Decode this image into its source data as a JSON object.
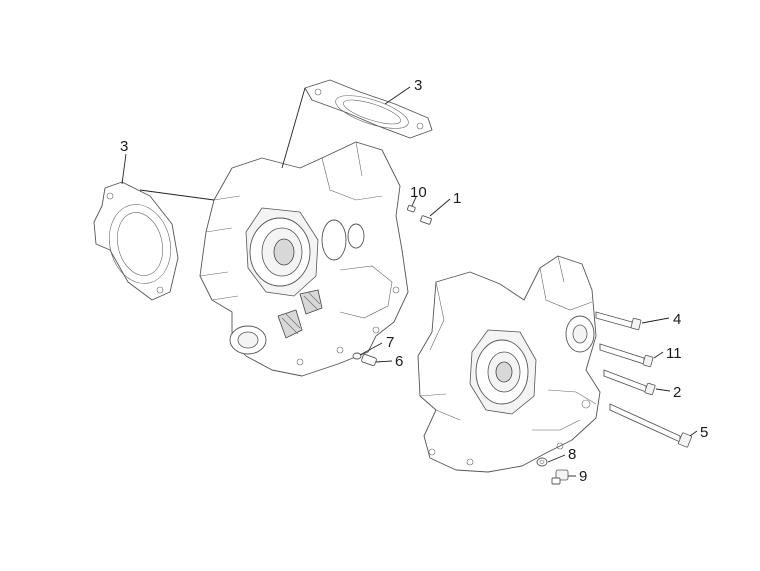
{
  "callouts": [
    {
      "id": "gasket-top",
      "label": "3"
    },
    {
      "id": "gasket-left",
      "label": "3"
    },
    {
      "id": "part-10",
      "label": "10"
    },
    {
      "id": "part-1",
      "label": "1"
    },
    {
      "id": "part-7",
      "label": "7"
    },
    {
      "id": "part-6",
      "label": "6"
    },
    {
      "id": "part-4",
      "label": "4"
    },
    {
      "id": "part-11",
      "label": "11"
    },
    {
      "id": "part-2",
      "label": "2"
    },
    {
      "id": "part-5",
      "label": "5"
    },
    {
      "id": "part-8",
      "label": "8"
    },
    {
      "id": "part-9",
      "label": "9"
    }
  ]
}
